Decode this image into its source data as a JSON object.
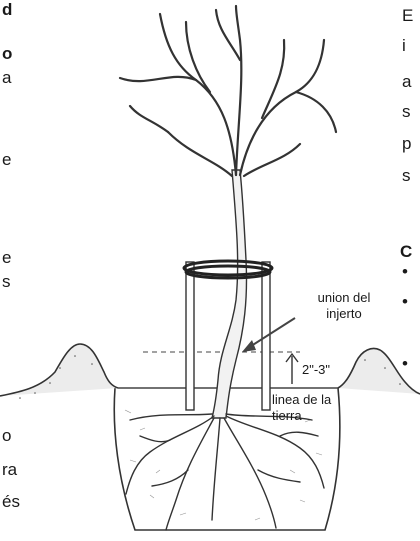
{
  "left_column_fragments": [
    "d",
    "o",
    "a",
    "e",
    "e",
    "s",
    "o",
    "ra",
    "és"
  ],
  "right_column_fragments": [
    "E",
    "i",
    "a",
    "s",
    "p",
    "s",
    "C",
    "•",
    "•",
    "•"
  ],
  "annotations": {
    "graft_union": "union del injerto",
    "depth": "2\"-3\"",
    "soil_line": "linea de la tierra"
  }
}
